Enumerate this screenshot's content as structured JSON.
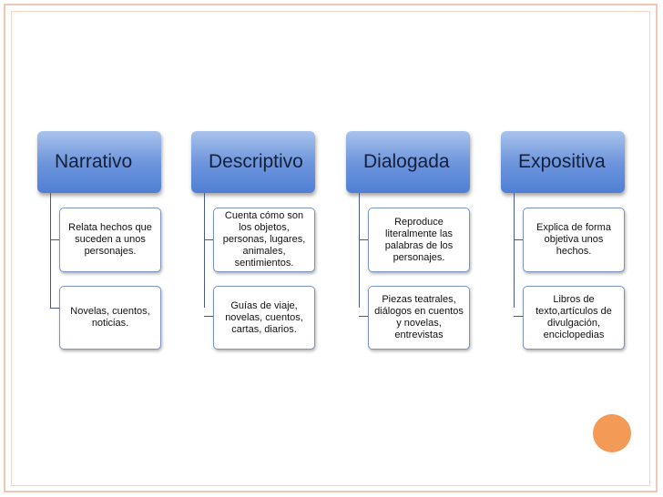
{
  "columns": [
    {
      "title": "Narrativo",
      "items": [
        "Relata hechos que suceden a unos personajes.",
        "Novelas, cuentos, noticias."
      ]
    },
    {
      "title": "Descriptivo",
      "items": [
        "Cuenta cómo son los objetos, personas, lugares, animales, sentimientos.",
        "Guías de viaje, novelas, cuentos, cartas, diarios."
      ]
    },
    {
      "title": "Dialogada",
      "items": [
        "Reproduce literalmente las palabras de los personajes.",
        "Piezas teatrales, diálogos en cuentos y novelas, entrevistas"
      ]
    },
    {
      "title": "Expositiva",
      "items": [
        "Explica de forma objetiva unos hechos.",
        "Libros de texto,artículos de divulgación, enciclopedias"
      ]
    }
  ],
  "colors": {
    "header_top": "#a9c3eb",
    "header_bottom": "#4f7fd4",
    "child_border": "#7b95c4",
    "frame_border": "#f0c8b4",
    "accent_dot": "#f39a57"
  }
}
